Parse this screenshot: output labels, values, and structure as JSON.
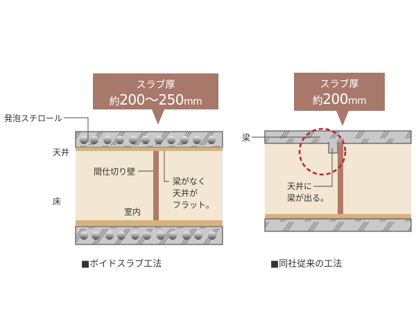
{
  "left_diagram": {
    "callout": {
      "title": "スラブ厚",
      "prefix": "約",
      "value": "200〜250",
      "unit": "mm"
    },
    "labels": {
      "styrofoam": "発泡スチロール",
      "ceiling": "天井",
      "floor": "床",
      "partition_wall": "間仕切り壁",
      "room_interior": "室内",
      "flat_ceiling_note": "梁がなく\n天井が\nフラット。"
    },
    "caption": "■ボイドスラブ工法"
  },
  "right_diagram": {
    "callout": {
      "title": "スラブ厚",
      "prefix": "約",
      "value": "200",
      "unit": "mm"
    },
    "labels": {
      "beam": "梁",
      "beam_note": "天井に\n梁が出る。"
    },
    "caption": "■同社従来の工法"
  },
  "colors": {
    "callout_bg": "#a8786a",
    "slab_gray": "#c9c9c9",
    "slab_border": "#555555",
    "interior_beige": "#f3e6d2",
    "floor_band_tan": "#d8b27e",
    "wall_brown": "#b07a66",
    "highlight_circle_red": "#c0213a"
  }
}
